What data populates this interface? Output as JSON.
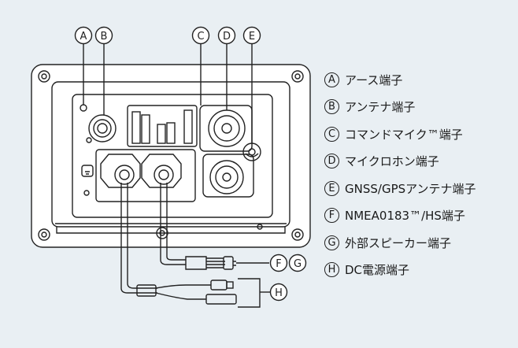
{
  "markers": {
    "A": "A",
    "B": "B",
    "C": "C",
    "D": "D",
    "E": "E",
    "F": "F",
    "G": "G",
    "H": "H"
  },
  "legend": [
    {
      "key": "A",
      "text": "アース端子"
    },
    {
      "key": "B",
      "text": "アンテナ端子"
    },
    {
      "key": "C",
      "text": "コマンドマイク™端子"
    },
    {
      "key": "D",
      "text": "マイクロホン端子"
    },
    {
      "key": "E",
      "text": "GNSS/GPSアンテナ端子"
    },
    {
      "key": "F",
      "text": "NMEA0183™/HS端子"
    },
    {
      "key": "G",
      "text": "外部スピーカー端子"
    },
    {
      "key": "H",
      "text": "DC電源端子"
    }
  ],
  "colors": {
    "background": "#e9eff3",
    "line": "#222222",
    "panel": "#ffffff"
  }
}
